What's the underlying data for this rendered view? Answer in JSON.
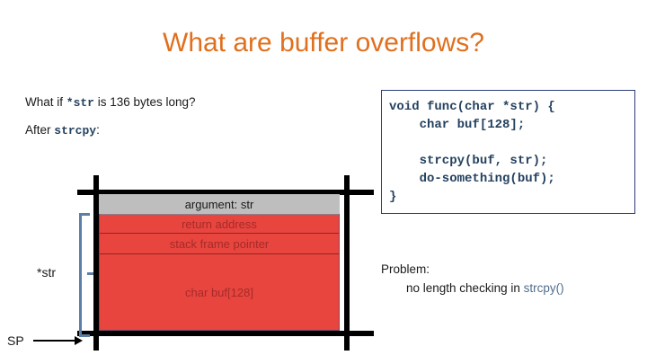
{
  "slide": {
    "title": "What are buffer overflows?",
    "title_color": "#E0701E",
    "background": "#ffffff"
  },
  "left_text": {
    "line1_prefix": "What if ",
    "line1_mono": "*str",
    "line1_middle": " is  136 bytes long?",
    "line2_prefix": "After  ",
    "line2_mono": "strcpy",
    "line2_suffix": ":"
  },
  "code_box": {
    "border_color": "#2C3C78",
    "text_color": "#24415F",
    "code": "void func(char *str) {\n    char buf[128];\n\n    strcpy(buf, str);\n    do-something(buf);\n}"
  },
  "problem": {
    "heading": "Problem:",
    "detail_prefix": "no length checking in  ",
    "detail_mono": "strcpy()"
  },
  "stack_diagram": {
    "colors": {
      "argument_fill": "#BEBEBE",
      "overflow_fill": "#E8453F",
      "overflow_text": "#A62B28",
      "frame_bar": "#000000",
      "brace": "#5B7FA6"
    },
    "cells": [
      {
        "label": "argument:  str",
        "fill": "#BEBEBE"
      },
      {
        "label": "return address",
        "fill": "#E8453F"
      },
      {
        "label": "stack frame pointer",
        "fill": "#E8453F"
      },
      {
        "label": "char buf[128]",
        "fill": "#E8453F"
      }
    ],
    "brace_label": "*str",
    "stack_pointer_label": "SP"
  }
}
